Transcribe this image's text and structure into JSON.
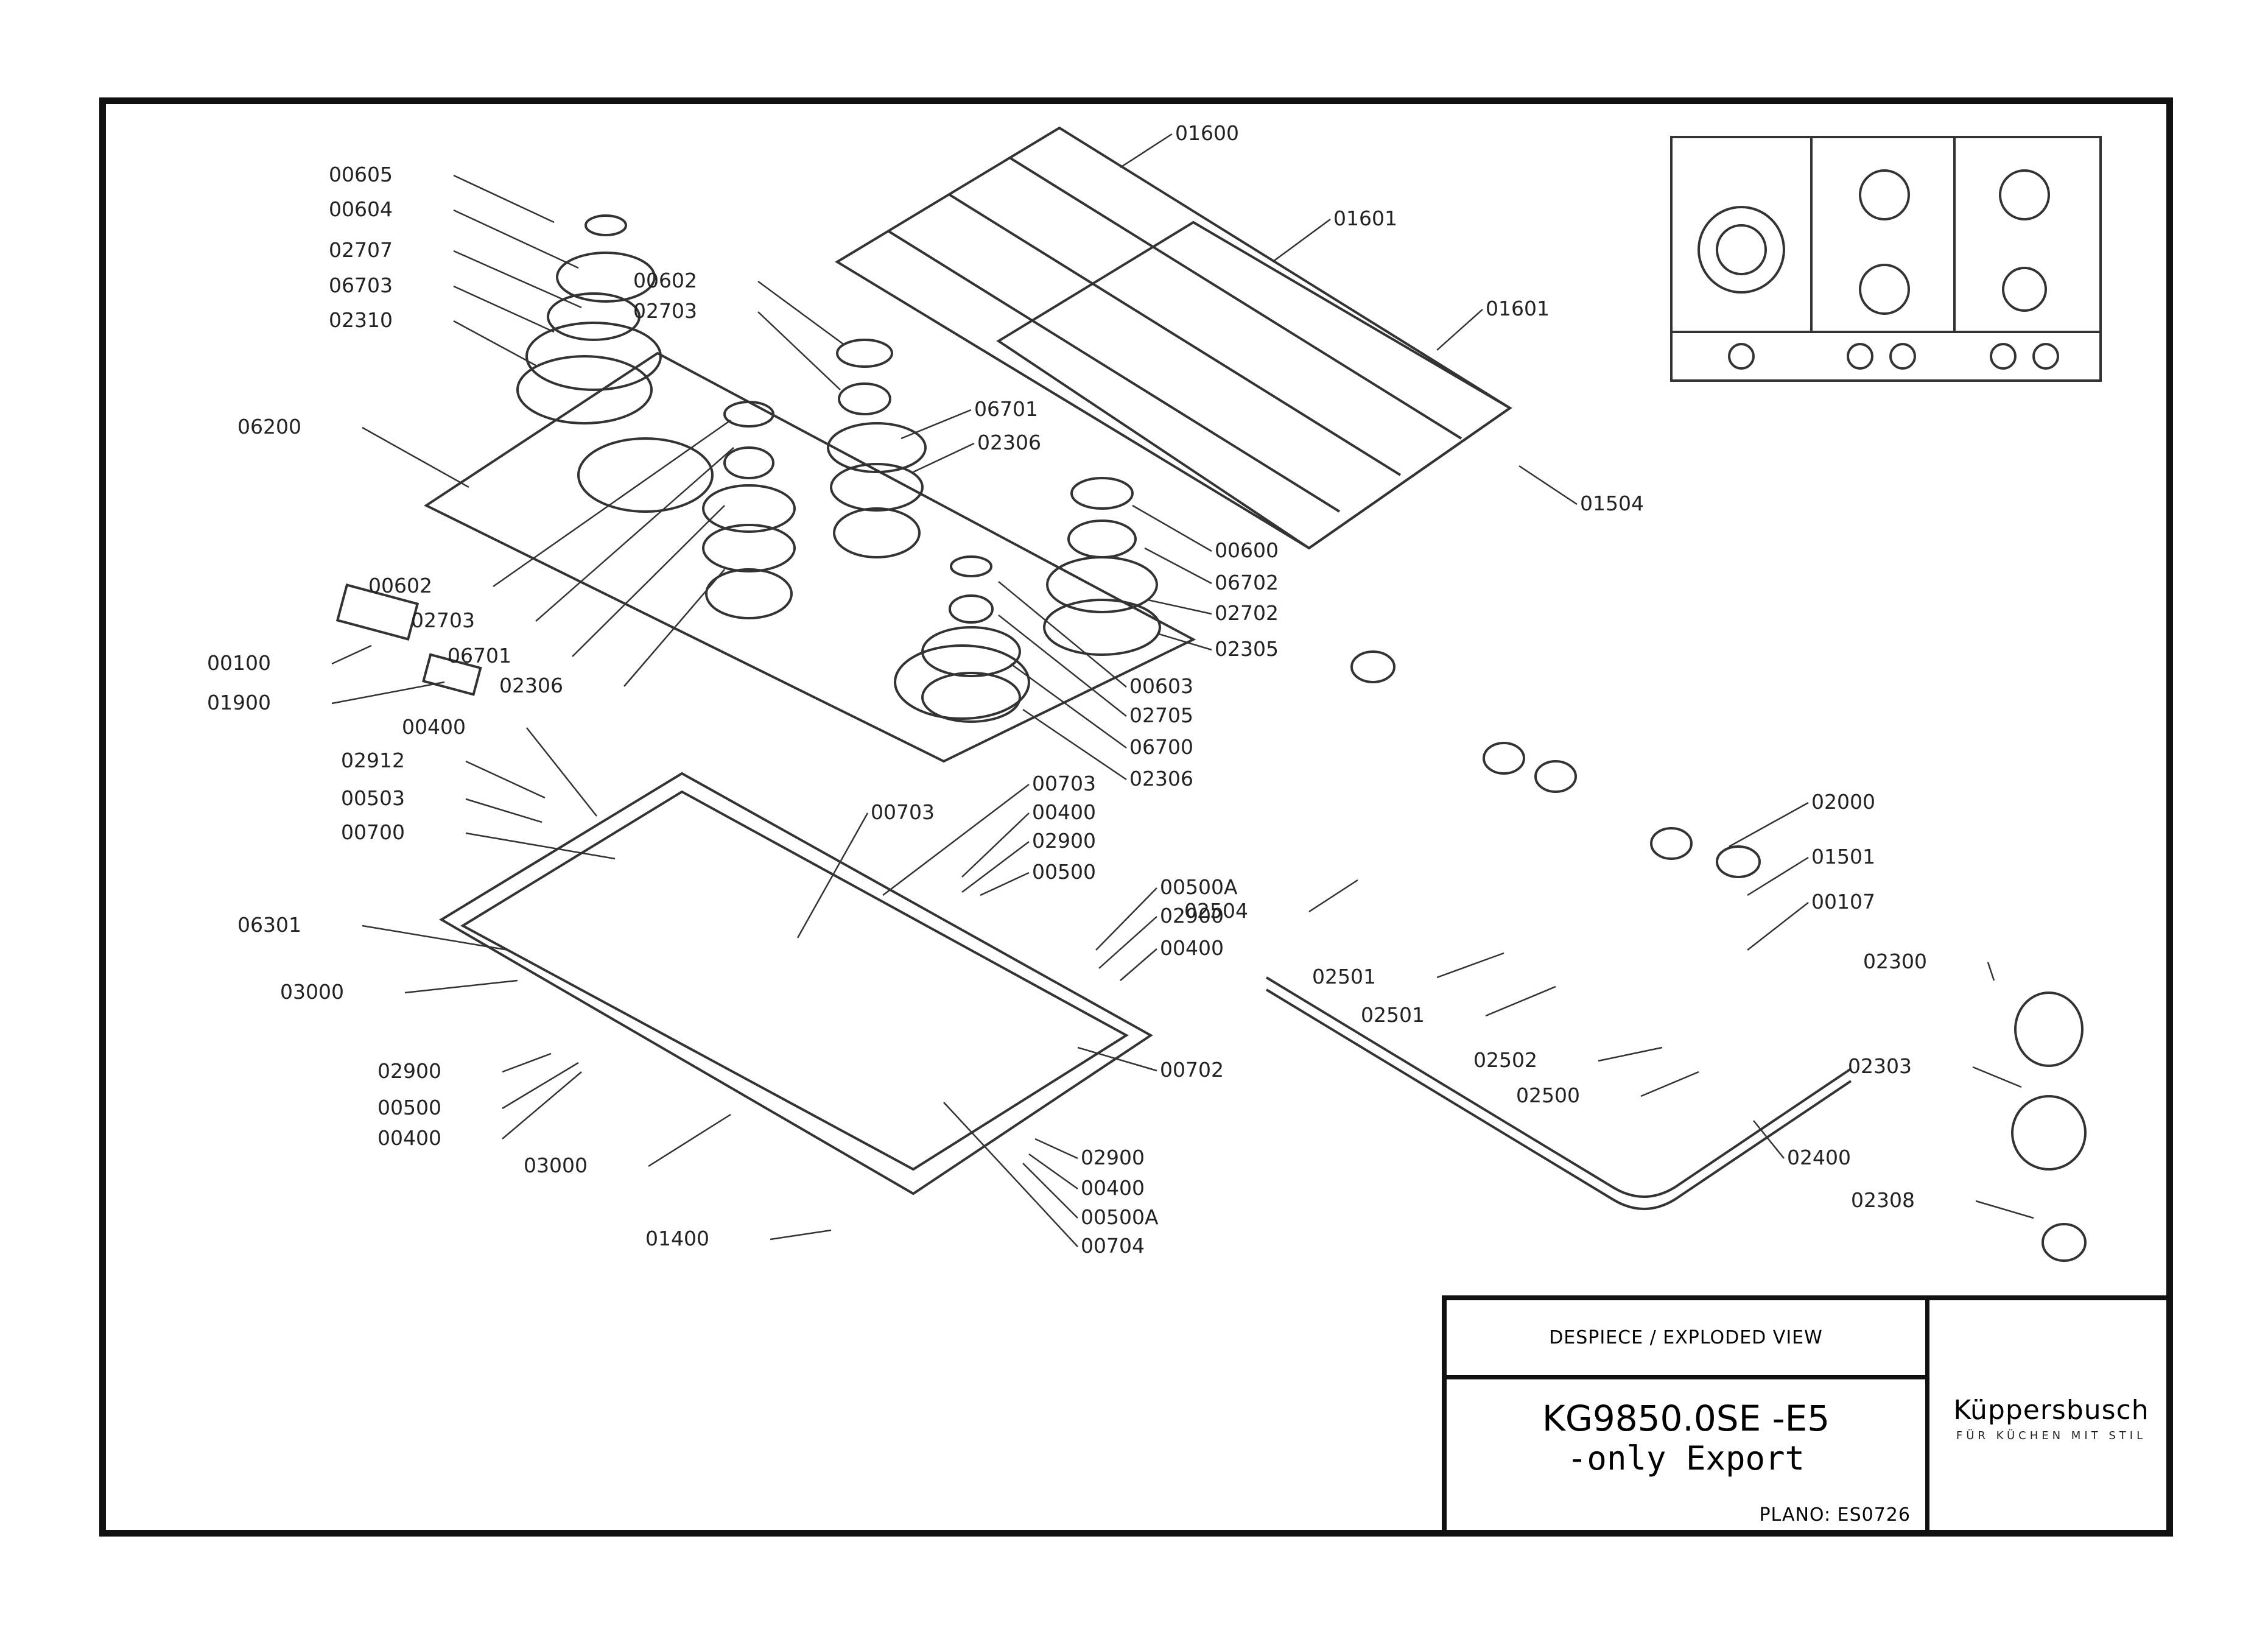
{
  "title_block": {
    "description": "DESPIECE / EXPLODED VIEW",
    "model_line1": "KG9850.0SE -E5",
    "model_line2": "-only Export",
    "plano": "PLANO: ES0726",
    "brand": "Küppersbusch",
    "brand_tagline": "FÜR KÜCHEN MIT STIL"
  },
  "part_labels": [
    "00605",
    "00604",
    "02707",
    "06703",
    "02310",
    "06200",
    "00602",
    "02703",
    "06701",
    "02306",
    "01600",
    "01601",
    "01601",
    "01504",
    "00600",
    "06702",
    "02702",
    "02305",
    "00603",
    "02705",
    "06700",
    "02306",
    "00602",
    "02703",
    "06701",
    "02306",
    "00100",
    "01900",
    "00400",
    "02912",
    "00503",
    "00700",
    "00703",
    "00703",
    "00400",
    "02900",
    "00500",
    "00500A",
    "02900",
    "00400",
    "06301",
    "03000",
    "00702",
    "02900",
    "00500",
    "00400",
    "03000",
    "02900",
    "00400",
    "00500A",
    "00704",
    "01400",
    "02504",
    "02000",
    "01501",
    "00107",
    "02501",
    "02501",
    "02502",
    "02500",
    "02400",
    "02300",
    "02303",
    "02308"
  ]
}
